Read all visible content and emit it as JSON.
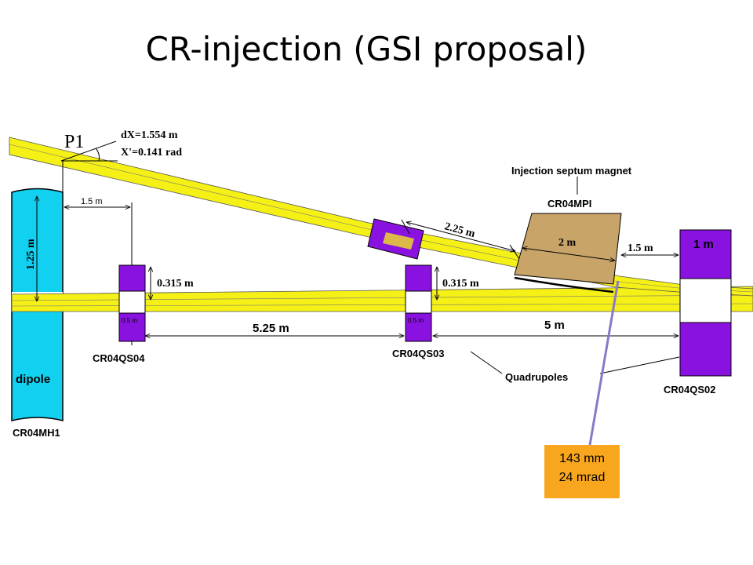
{
  "title": "CR-injection (GSI proposal)",
  "labels": {
    "p1": "P1",
    "dx": "dX=1.554 m",
    "xprime": "X'=0.141 rad",
    "injection_septum": "Injection septum magnet",
    "cr04mpi": "CR04MPI",
    "d_1_5_left": "1.5 m",
    "d_1_25": "1.25 m",
    "d_0_315_a": "0.315 m",
    "d_0_315_b": "0.315 m",
    "d_2_25": "2.25 m",
    "d_2": "2 m",
    "d_1_5_right": "1.5 m",
    "d_1": "1 m",
    "d_0_5_a": "0.5 m",
    "d_0_5_b": "0.5 m",
    "d_5_25": "5.25 m",
    "d_5": "5 m",
    "cr04qs04": "CR04QS04",
    "cr04qs03": "CR04QS03",
    "cr04qs02": "CR04QS02",
    "quadrupoles": "Quadrupoles",
    "dipole": "dipole",
    "cr04mh1": "CR04MH1"
  },
  "callout": {
    "line1": "143 mm",
    "line2": "24 mrad"
  },
  "colors": {
    "beam": "#f5f015",
    "quad": "#8a12e0",
    "dipole": "#12d0f0",
    "septum": "#c8a468",
    "callout": "#f9a61f",
    "pointer": "#8a78c8"
  }
}
